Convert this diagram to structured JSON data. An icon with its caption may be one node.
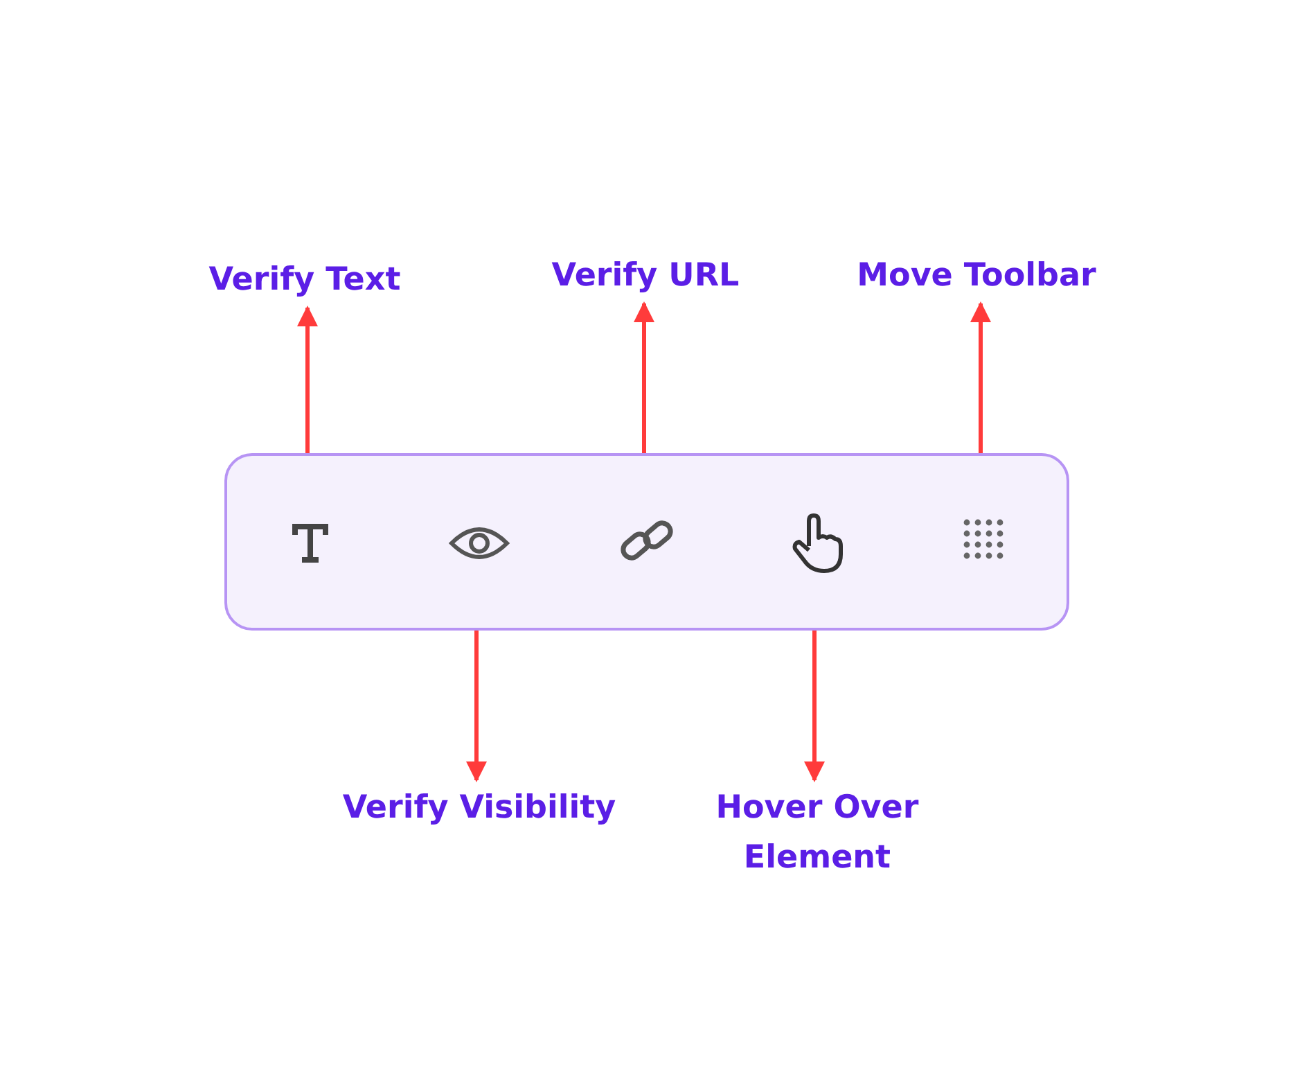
{
  "diagram": {
    "nodes": [
      {
        "text": [],
        "shape": "box"
      },
      {
        "text": [],
        "shape": "picture",
        "in": 0
      },
      {
        "text": [],
        "shape": "picture",
        "in": 0
      },
      {
        "text": [],
        "shape": "picture",
        "in": 0
      },
      {
        "text": [],
        "shape": "picture",
        "in": 0
      },
      {
        "text": [],
        "shape": "picture",
        "in": 0
      },
      {
        "text": [
          "Verify Text"
        ]
      },
      {
        "text": [
          "Verify URL"
        ]
      },
      {
        "text": [
          "Move Toolbar"
        ]
      },
      {
        "text": [
          "Verify Visibility"
        ]
      },
      {
        "text": [
          "Hover Over Element"
        ]
      }
    ],
    "edges": [
      {
        "from": 1,
        "to": 6,
        "arrow": "to"
      },
      {
        "from": 3,
        "to": 7,
        "arrow": "to"
      },
      {
        "from": 5,
        "to": 8,
        "arrow": "to"
      },
      {
        "from": 2,
        "to": 9,
        "arrow": "to"
      },
      {
        "from": 4,
        "to": 10,
        "arrow": "to"
      }
    ]
  }
}
